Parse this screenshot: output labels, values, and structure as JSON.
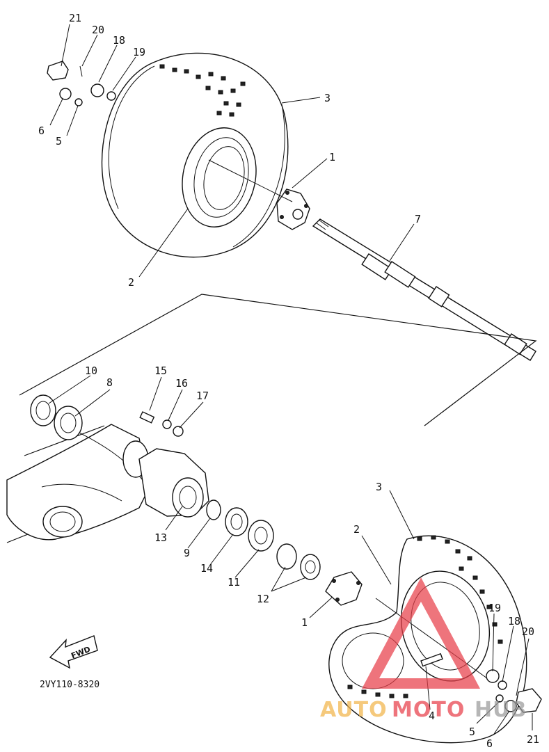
{
  "diagram": {
    "code": "2VY110-8320",
    "fwd_label": "FWD",
    "watermark": {
      "auto": "AUTO",
      "moto": "MOTO",
      "hub": "HUB",
      "orange": "#f2b54a",
      "red": "#e8404a",
      "gray": "#9a9a9a"
    },
    "callouts": {
      "c21a": "21",
      "c20a": "20",
      "c18a": "18",
      "c19a": "19",
      "c6a": "6",
      "c5a": "5",
      "c3a": "3",
      "c1a": "1",
      "c2a": "2",
      "c7": "7",
      "c10": "10",
      "c8": "8",
      "c15": "15",
      "c16": "16",
      "c17": "17",
      "c13": "13",
      "c9": "9",
      "c14": "14",
      "c11": "11",
      "c12": "12",
      "c3b": "3",
      "c2b": "2",
      "c1b": "1",
      "c19b": "19",
      "c18b": "18",
      "c20b": "20",
      "c4": "4",
      "c5b": "5",
      "c6b": "6",
      "c21b": "21"
    }
  }
}
